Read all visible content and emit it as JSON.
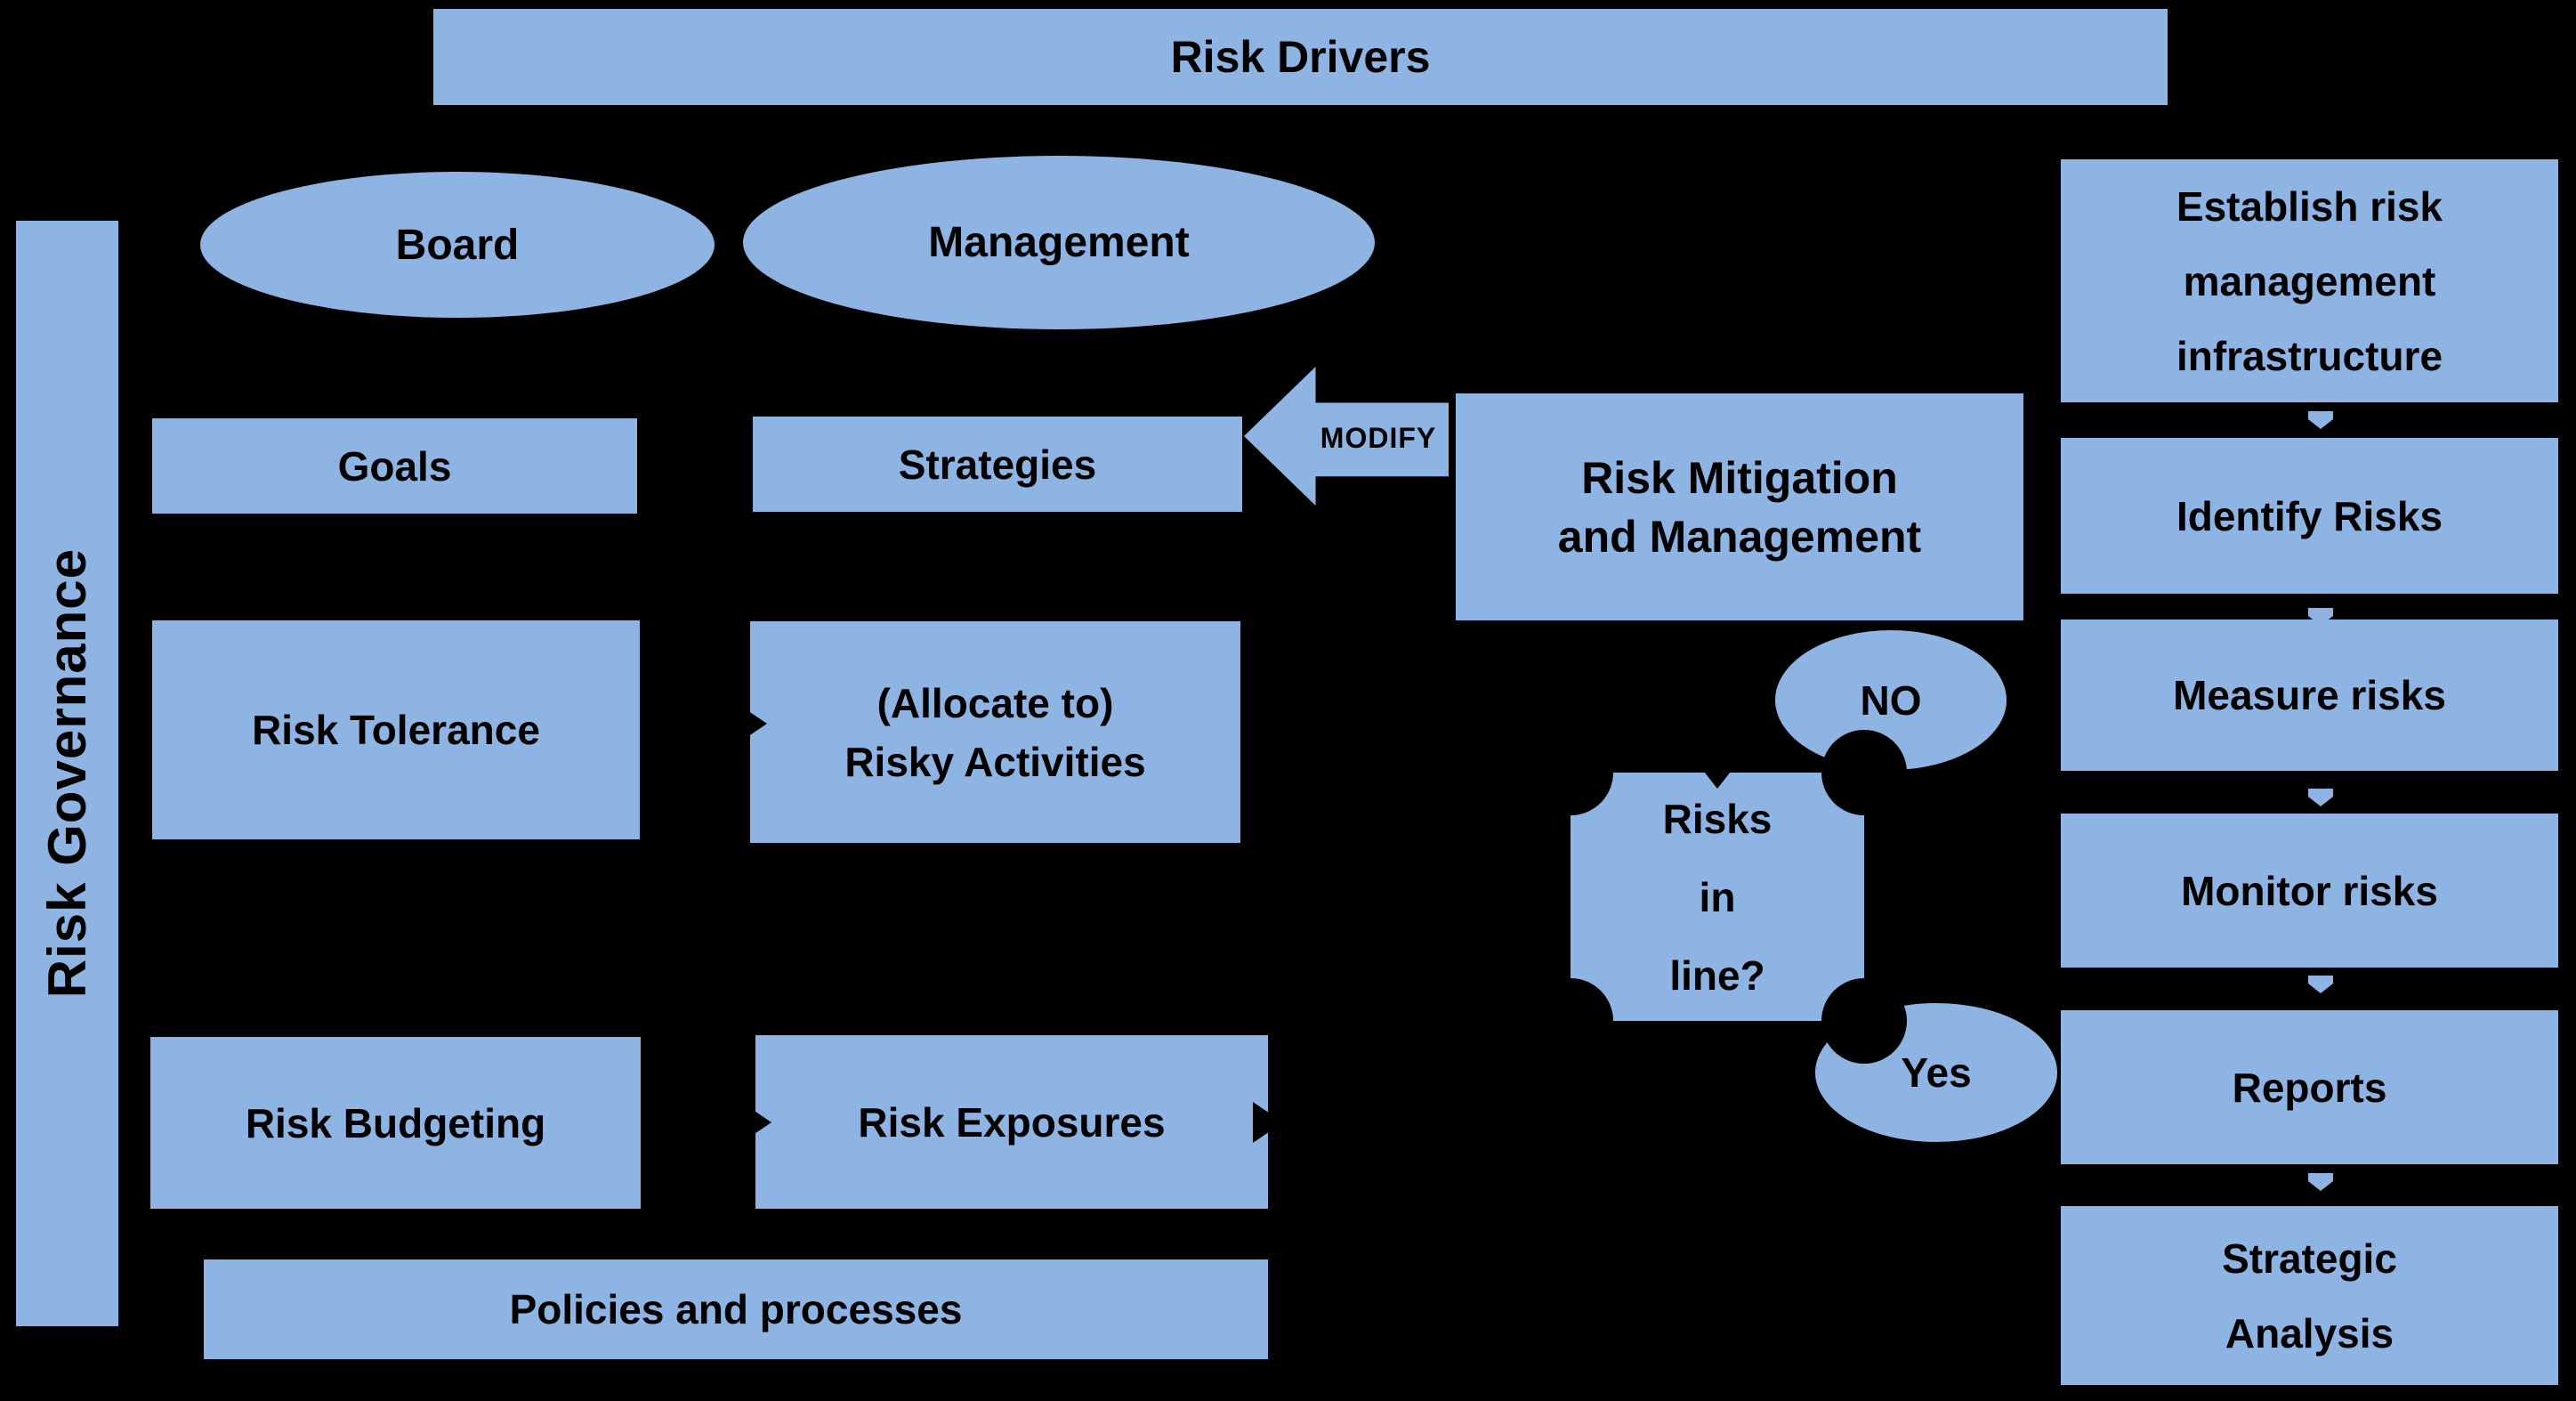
{
  "colors": {
    "shape_fill": "#8DB4E2",
    "background": "#000000",
    "text": "#000000"
  },
  "shapes": {
    "risk_drivers": "Risk Drivers",
    "risk_governance": "Risk Governance",
    "board": "Board",
    "management": "Management",
    "goals": "Goals",
    "strategies": "Strategies",
    "risk_tolerance": "Risk Tolerance",
    "risky_activities": [
      "(Allocate to)",
      "Risky Activities"
    ],
    "risk_budgeting": "Risk Budgeting",
    "risk_exposures": "Risk Exposures",
    "policies": "Policies and processes",
    "modify": "MODIFY",
    "risk_mitigation": [
      "Risk Mitigation",
      "and Management"
    ],
    "decision_no": "NO",
    "decision_yes": "Yes",
    "risks_in_line": [
      "Risks",
      "in",
      "line?"
    ],
    "process_steps": [
      "Establish risk management infrastructure",
      "Identify Risks",
      "Measure risks",
      "Monitor risks",
      "Reports",
      "Strategic Analysis"
    ]
  }
}
